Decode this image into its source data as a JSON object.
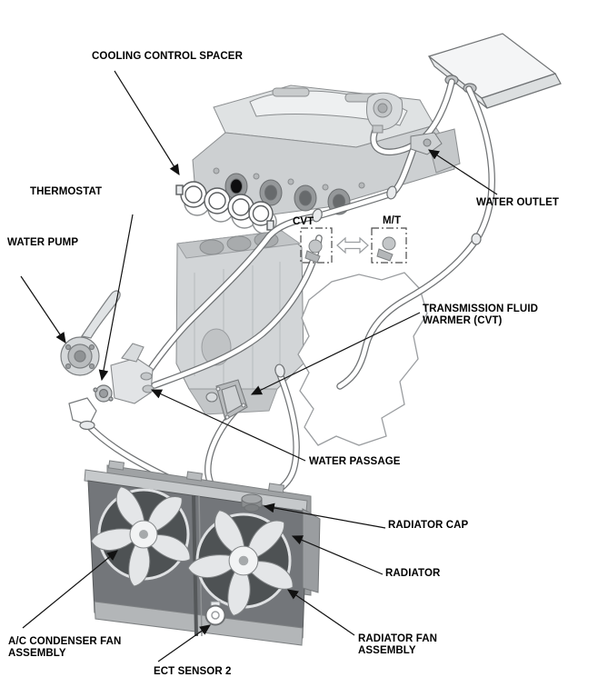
{
  "diagram": {
    "type": "exploded-parts-illustration",
    "subject": "Engine cooling system component location diagram",
    "background_color": "#ffffff",
    "label_color": "#000000",
    "leader_line_color": "#111111",
    "line_art_color": "#6f7274",
    "part_fill_light": "#dfe2e3",
    "part_fill_dark": "#73767a",
    "labels": {
      "cooling_control_spacer": "COOLING CONTROL SPACER",
      "thermostat": "THERMOSTAT",
      "water_pump": "WATER PUMP",
      "water_outlet": "WATER OUTLET",
      "cvt": "CVT",
      "mt": "M/T",
      "transmission_fluid_warmer": "TRANSMISSION FLUID\nWARMER (CVT)",
      "water_passage": "WATER PASSAGE",
      "radiator_cap": "RADIATOR CAP",
      "radiator": "RADIATOR",
      "radiator_fan_assembly": "RADIATOR FAN\nASSEMBLY",
      "ac_condenser_fan_assembly": "A/C CONDENSER FAN\nASSEMBLY",
      "ect_sensor_2": "ECT SENSOR 2"
    }
  }
}
